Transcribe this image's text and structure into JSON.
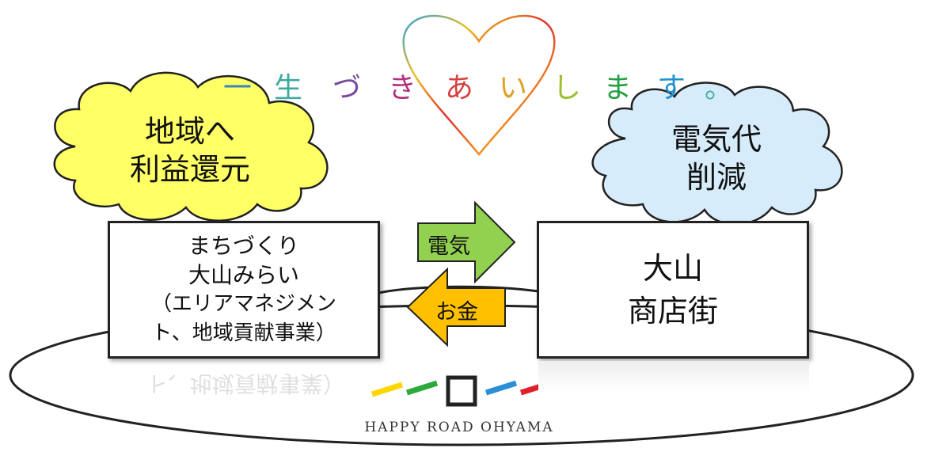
{
  "slogan": {
    "chars": [
      "一",
      "生",
      "づ",
      "き",
      "あ",
      "い",
      "し",
      "ま",
      "す",
      "。"
    ],
    "colors": [
      "#3a86b8",
      "#3fa9a0",
      "#7a4a9a",
      "#b0307a",
      "#d84040",
      "#e0a020",
      "#9cc030",
      "#20a040",
      "#2090d0",
      "#40b0a0"
    ]
  },
  "clouds": {
    "left": {
      "lines": [
        "地域へ",
        "利益還元"
      ],
      "fill": "#ffff66"
    },
    "right": {
      "lines": [
        "電気代",
        "削減"
      ],
      "fill": "#d6ecfa"
    }
  },
  "box_left": {
    "lines": [
      "まちづくり",
      "大山みらい",
      "（エリアマネジメン",
      "ト、地域貢献事業）"
    ]
  },
  "box_right": {
    "lines": [
      "大山",
      "商店街"
    ]
  },
  "arrows": {
    "right": {
      "label": "電気",
      "fill": "#92d050"
    },
    "left": {
      "label": "お金",
      "fill": "#ffc000"
    }
  },
  "brand": {
    "name": "HAPPY ROAD OHYAMA",
    "dash_colors": [
      "#ffd700",
      "#2eaa3c",
      "#222222",
      "#2b8fd8",
      "#e0202a"
    ]
  }
}
